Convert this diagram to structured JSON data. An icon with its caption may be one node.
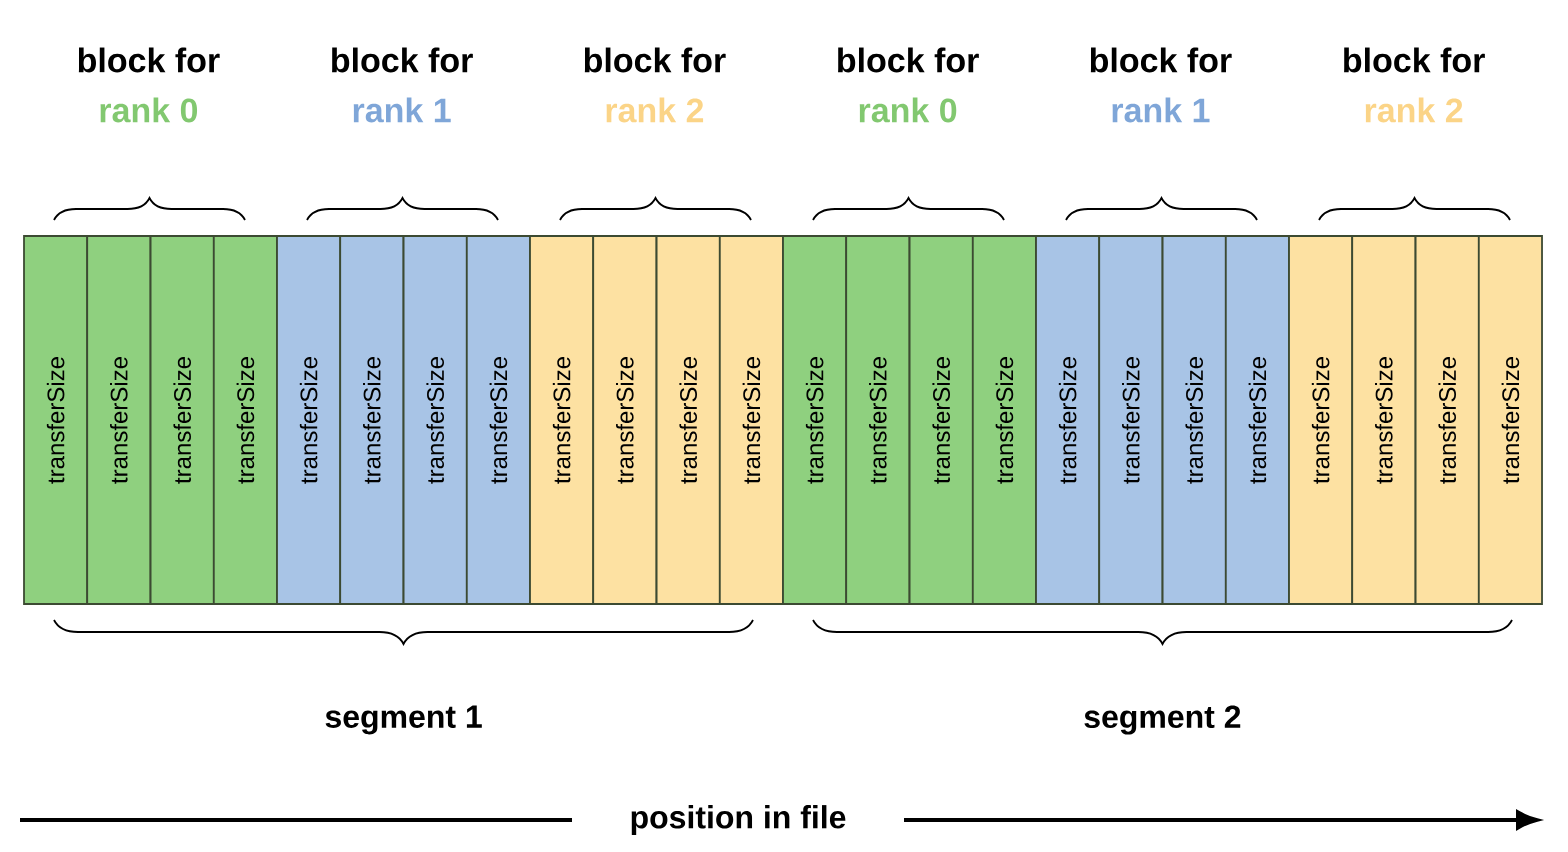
{
  "diagram": {
    "nodes": [
      {
        "text": [
          "transferSize"
        ]
      },
      {
        "text": [
          "transferSize"
        ]
      },
      {
        "text": [
          "transferSize"
        ]
      },
      {
        "text": [
          "transferSize"
        ]
      },
      {
        "text": [
          "transferSize"
        ]
      },
      {
        "text": [
          "transferSize"
        ]
      },
      {
        "text": [
          "transferSize"
        ]
      },
      {
        "text": [
          "transferSize"
        ]
      },
      {
        "text": [
          "transferSize"
        ]
      },
      {
        "text": [
          "transferSize"
        ]
      },
      {
        "text": [
          "transferSize"
        ]
      },
      {
        "text": [
          "transferSize"
        ]
      },
      {
        "text": [
          "transferSize"
        ]
      },
      {
        "text": [
          "transferSize"
        ]
      },
      {
        "text": [
          "transferSize"
        ]
      },
      {
        "text": [
          "transferSize"
        ]
      },
      {
        "text": [
          "transferSize"
        ]
      },
      {
        "text": [
          "transferSize"
        ]
      },
      {
        "text": [
          "transferSize"
        ]
      },
      {
        "text": [
          "transferSize"
        ]
      },
      {
        "text": [
          "transferSize"
        ]
      },
      {
        "text": [
          "transferSize"
        ]
      },
      {
        "text": [
          "transferSize"
        ]
      },
      {
        "text": [
          "transferSize"
        ]
      }
    ],
    "labels": [
      "block for",
      "rank 0",
      "block for",
      "rank 1",
      "block for",
      "rank 2",
      "block for",
      "rank 0",
      "block for",
      "rank 1",
      "block for",
      "rank 2",
      "segment 1",
      "segment 2",
      "position in file"
    ]
  }
}
